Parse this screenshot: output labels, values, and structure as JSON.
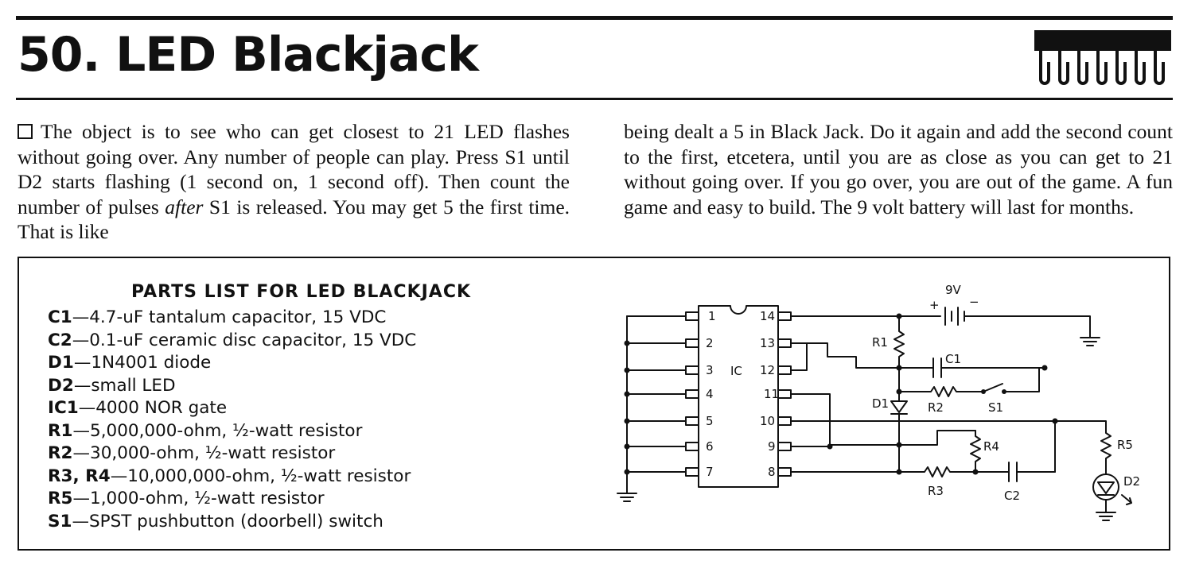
{
  "heading": {
    "title": "50. LED Blackjack"
  },
  "article": {
    "left_paragraph_before_italic": "The object is to see who can get closest to 21 LED flashes without going over. Any number of people can play. Press S1 until D2 starts flashing (1 second on, 1 second off). Then count the number of pulses",
    "left_paragraph_italic": "after",
    "left_paragraph_after_italic": "S1 is released. You may get 5 the first time. That is like",
    "right_paragraph": "being dealt a 5 in Black Jack. Do it again and add the second count to the first, etcetera, until you are as close as you can get to 21 without going over. If you go over, you are out of the game. A fun game and easy to build. The 9 volt battery will last for months."
  },
  "parts_list": {
    "title": "PARTS LIST FOR LED BLACKJACK",
    "items": [
      {
        "code": "C1",
        "desc": "—4.7-uF tantalum capacitor, 15 VDC"
      },
      {
        "code": "C2",
        "desc": "—0.1-uF ceramic disc capacitor, 15 VDC"
      },
      {
        "code": "D1",
        "desc": "—1N4001 diode"
      },
      {
        "code": "D2",
        "desc": "—small LED"
      },
      {
        "code": "IC1",
        "desc": "—4000 NOR gate"
      },
      {
        "code": "R1",
        "desc": "—5,000,000-ohm, ½-watt resistor"
      },
      {
        "code": "R2",
        "desc": "—30,000-ohm, ½-watt resistor"
      },
      {
        "code": "R3, R4",
        "desc": "—10,000,000-ohm, ½-watt resistor"
      },
      {
        "code": "R5",
        "desc": "—1,000-ohm, ½-watt resistor"
      },
      {
        "code": "S1",
        "desc": "—SPST pushbutton (doorbell) switch"
      }
    ]
  },
  "schematic": {
    "ic_label": "IC",
    "battery_label": "9V",
    "battery_plus": "+",
    "battery_minus": "−",
    "pins_left": [
      "1",
      "2",
      "3",
      "4",
      "5",
      "6",
      "7"
    ],
    "pins_right": [
      "14",
      "13",
      "12",
      "11",
      "10",
      "9",
      "8"
    ],
    "labels": {
      "r1": "R1",
      "r2": "R2",
      "r3": "R3",
      "r4": "R4",
      "r5": "R5",
      "c1": "C1",
      "c2": "C2",
      "d1": "D1",
      "d2": "D2",
      "s1": "S1"
    }
  }
}
